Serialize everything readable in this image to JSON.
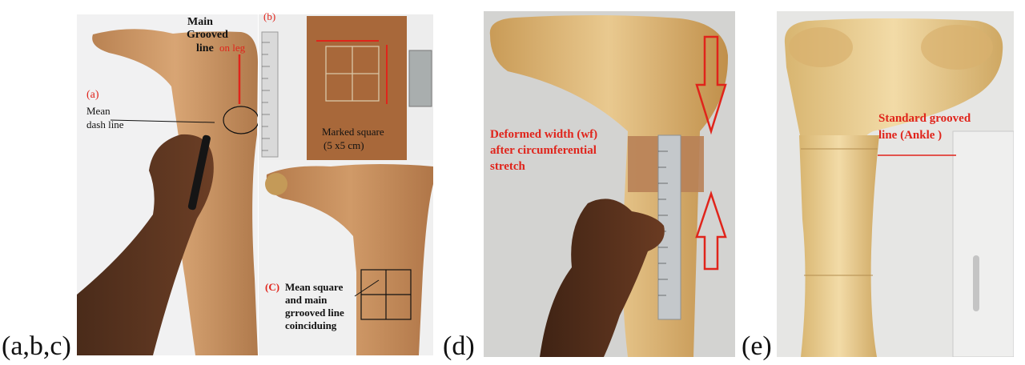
{
  "panel_labels": {
    "abc": "(a,b,c)",
    "d": "(d)",
    "e": "(e)"
  },
  "panel_a": {
    "tag": "(a)",
    "groove_title_1": "Main",
    "groove_title_2": "Grooved",
    "groove_title_3": "line",
    "groove_title_4": "on leg",
    "mean_line_1": "Mean",
    "mean_line_2": "dash line"
  },
  "panel_b": {
    "tag": "(b)",
    "caption_1": "Marked square",
    "caption_2": "(5 x5 cm)"
  },
  "panel_c": {
    "tag": "(C)",
    "caption_1": "Mean square",
    "caption_2": "and main",
    "caption_3": "grrooved line",
    "caption_4": "coinciduing"
  },
  "panel_d": {
    "caption_1": "Deformed width (wf)",
    "caption_2": "after circumferential",
    "caption_3": "stretch"
  },
  "panel_e": {
    "caption_1": "Standard grooved",
    "caption_2": "line (Ankle )"
  },
  "colors": {
    "annotation_red": "#e0241b",
    "skin_sock": "#c8905e",
    "wood": "#e3c08a",
    "background": "#ffffff"
  }
}
